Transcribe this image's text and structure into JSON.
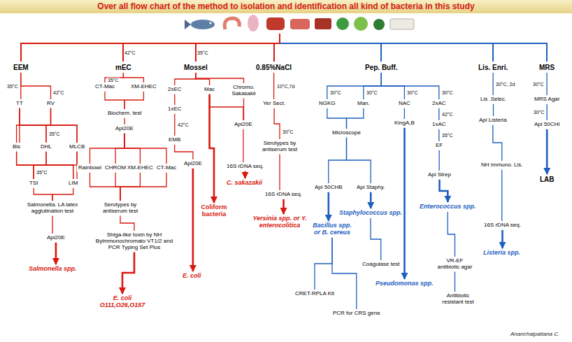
{
  "diagram": {
    "title": "Over all flow chart of the method to isolation and identification all kind of bacteria in this study",
    "nodes": [
      {
        "text": [
          "EEM"
        ]
      },
      {
        "text": [
          "TT"
        ]
      },
      {
        "text": [
          "RV"
        ]
      },
      {
        "text": [
          "Bis"
        ]
      },
      {
        "text": [
          "DHL"
        ]
      },
      {
        "text": [
          "MLCB"
        ]
      },
      {
        "text": [
          "TSI"
        ]
      },
      {
        "text": [
          "LIM"
        ]
      },
      {
        "text": [
          "Salmonella. LA latex agglutination test"
        ]
      },
      {
        "text": [
          "Api20E"
        ]
      },
      {
        "text": [
          "Salmonella spp."
        ]
      },
      {
        "text": [
          "mEC"
        ]
      },
      {
        "text": [
          "CT-Mac"
        ]
      },
      {
        "text": [
          "XM-EHEC"
        ]
      },
      {
        "text": [
          "Biochem. test"
        ]
      },
      {
        "text": [
          "Api20E"
        ]
      },
      {
        "text": [
          "Rainbowl"
        ]
      },
      {
        "text": [
          "CHROM"
        ]
      },
      {
        "text": [
          "XM-EHEC"
        ]
      },
      {
        "text": [
          "CT-Mac"
        ]
      },
      {
        "text": [
          "Serotypes by antiserum test"
        ]
      },
      {
        "text": [
          "Shiga-like toxin by NH Bylmmunochromato VT1/2 and PCR Typing Set Plus"
        ]
      },
      {
        "text": [
          "E. coli O111,O26,O157"
        ]
      },
      {
        "text": [
          "Mossel"
        ]
      },
      {
        "text": [
          "2xEC"
        ]
      },
      {
        "text": [
          "Mac"
        ]
      },
      {
        "text": [
          "Chromo. Sakasakii"
        ]
      },
      {
        "text": [
          "1xEC"
        ]
      },
      {
        "text": [
          "EMB"
        ]
      },
      {
        "text": [
          "Api20E"
        ]
      },
      {
        "text": [
          "E. coli"
        ]
      },
      {
        "text": [
          "Coliform bacteria"
        ]
      },
      {
        "text": [
          "Api20E"
        ]
      },
      {
        "text": [
          "16S rDNA seq."
        ]
      },
      {
        "text": [
          "C. sakazakii"
        ]
      },
      {
        "text": [
          "0.85%NaCl"
        ]
      },
      {
        "text": [
          "Yer Sect."
        ]
      },
      {
        "text": [
          "Serotypes by antiserum test"
        ]
      },
      {
        "text": [
          "16S rDNA seq."
        ]
      },
      {
        "text": [
          "Yersinia spp. or Y. enterocolitica"
        ]
      },
      {
        "text": [
          "Pep. Buff."
        ]
      },
      {
        "text": [
          "NGKG"
        ]
      },
      {
        "text": [
          "Man."
        ]
      },
      {
        "text": [
          "NAC"
        ]
      },
      {
        "text": [
          "2xAC"
        ]
      },
      {
        "text": [
          "Microscope"
        ]
      },
      {
        "text": [
          "KingA,B"
        ]
      },
      {
        "text": [
          "1xAC"
        ]
      },
      {
        "text": [
          "EF"
        ]
      },
      {
        "text": [
          "Api 50CHB"
        ]
      },
      {
        "text": [
          "Api Staphy."
        ]
      },
      {
        "text": [
          "Api Strep"
        ]
      },
      {
        "text": [
          "Bacillus spp. or B. cereus"
        ]
      },
      {
        "text": [
          "Staphylococcus spp."
        ]
      },
      {
        "text": [
          "Enterococcus spp."
        ]
      },
      {
        "text": [
          "Coagulase test"
        ]
      },
      {
        "text": [
          "Pseudomonas spp."
        ]
      },
      {
        "text": [
          "VR-EF antibiotic agar"
        ]
      },
      {
        "text": [
          "Antibiotic resistant test"
        ]
      },
      {
        "text": [
          "CRET-RPLA Kit"
        ]
      },
      {
        "text": [
          "PCR for CRS gene"
        ]
      },
      {
        "text": [
          "Lis. Enri."
        ]
      },
      {
        "text": [
          "Lis .Selec."
        ]
      },
      {
        "text": [
          "Api Listeria"
        ]
      },
      {
        "text": [
          "NH Immuno. Lis."
        ]
      },
      {
        "text": [
          "16S rDNA seq."
        ]
      },
      {
        "text": [
          "Listeria spp."
        ]
      },
      {
        "text": [
          "MRS"
        ]
      },
      {
        "text": [
          "MRS Agar"
        ]
      },
      {
        "text": [
          "Api 50CHI"
        ]
      },
      {
        "text": [
          "LAB"
        ]
      }
    ],
    "edges": [
      {
        "from": 0,
        "to": 1,
        "arrow": "none",
        "label": "35°C"
      },
      {
        "from": 0,
        "to": 2,
        "arrow": "none",
        "label": "42°C"
      },
      {
        "from": 1,
        "to": 3,
        "arrow": "none"
      },
      {
        "from": 1,
        "to": 4,
        "arrow": "none",
        "label": "35°C"
      },
      {
        "from": 1,
        "to": 5,
        "arrow": "none"
      },
      {
        "from": 2,
        "to": 3,
        "arrow": "none"
      },
      {
        "from": 2,
        "to": 4,
        "arrow": "none"
      },
      {
        "from": 2,
        "to": 5,
        "arrow": "none"
      },
      {
        "from": 3,
        "to": 6,
        "arrow": "none",
        "label": "35°C"
      },
      {
        "from": 3,
        "to": 7,
        "arrow": "none"
      },
      {
        "from": 4,
        "to": 6,
        "arrow": "none"
      },
      {
        "from": 4,
        "to": 7,
        "arrow": "none"
      },
      {
        "from": 5,
        "to": 6,
        "arrow": "none"
      },
      {
        "from": 5,
        "to": 7,
        "arrow": "none"
      },
      {
        "from": 6,
        "to": 8,
        "arrow": "none"
      },
      {
        "from": 7,
        "to": 8,
        "arrow": "none"
      },
      {
        "from": 8,
        "to": 9,
        "arrow": "none"
      },
      {
        "from": 9,
        "to": 10,
        "arrow": "to"
      },
      {
        "from": 11,
        "to": 12,
        "arrow": "none",
        "label": "35°C"
      },
      {
        "from": 11,
        "to": 13,
        "arrow": "none"
      },
      {
        "from": 12,
        "to": 14,
        "arrow": "none"
      },
      {
        "from": 13,
        "to": 14,
        "arrow": "none"
      },
      {
        "from": 14,
        "to": 15,
        "arrow": "none"
      },
      {
        "from": 15,
        "to": 16,
        "arrow": "none"
      },
      {
        "from": 15,
        "to": 17,
        "arrow": "none"
      },
      {
        "from": 15,
        "to": 18,
        "arrow": "none"
      },
      {
        "from": 15,
        "to": 19,
        "arrow": "none"
      },
      {
        "from": 16,
        "to": 20,
        "arrow": "none"
      },
      {
        "from": 17,
        "to": 20,
        "arrow": "none"
      },
      {
        "from": 18,
        "to": 20,
        "arrow": "none"
      },
      {
        "from": 19,
        "to": 20,
        "arrow": "none"
      },
      {
        "from": 20,
        "to": 21,
        "arrow": "none"
      },
      {
        "from": 21,
        "to": 22,
        "arrow": "to"
      },
      {
        "from": 23,
        "to": 24,
        "arrow": "none"
      },
      {
        "from": 23,
        "to": 25,
        "arrow": "none"
      },
      {
        "from": 23,
        "to": 26,
        "arrow": "none"
      },
      {
        "from": 24,
        "to": 27,
        "arrow": "none"
      },
      {
        "from": 27,
        "to": 28,
        "arrow": "none",
        "label": "42°C"
      },
      {
        "from": 28,
        "to": 29,
        "arrow": "none"
      },
      {
        "from": 29,
        "to": 30,
        "arrow": "to"
      },
      {
        "from": 25,
        "to": 31,
        "arrow": "to"
      },
      {
        "from": 25,
        "to": 32,
        "arrow": "none"
      },
      {
        "from": 26,
        "to": 32,
        "arrow": "none"
      },
      {
        "from": 32,
        "to": 33,
        "arrow": "none"
      },
      {
        "from": 33,
        "to": 34,
        "arrow": "to"
      },
      {
        "from": 35,
        "to": 36,
        "arrow": "none",
        "label": "10°C,7d"
      },
      {
        "from": 36,
        "to": 37,
        "arrow": "none",
        "label": "30°C"
      },
      {
        "from": 37,
        "to": 38,
        "arrow": "none"
      },
      {
        "from": 38,
        "to": 39,
        "arrow": "to"
      },
      {
        "from": 40,
        "to": 41,
        "arrow": "none",
        "label": "30°C"
      },
      {
        "from": 40,
        "to": 42,
        "arrow": "none",
        "label": "30°C"
      },
      {
        "from": 40,
        "to": 43,
        "arrow": "none",
        "label": "30°C"
      },
      {
        "from": 40,
        "to": 44,
        "arrow": "none",
        "label": "30°C"
      },
      {
        "from": 41,
        "to": 45,
        "arrow": "none"
      },
      {
        "from": 42,
        "to": 45,
        "arrow": "none"
      },
      {
        "from": 43,
        "to": 46,
        "arrow": "none"
      },
      {
        "from": 44,
        "to": 47,
        "arrow": "none",
        "label": "42°C"
      },
      {
        "from": 47,
        "to": 48,
        "arrow": "none",
        "label": "35°C"
      },
      {
        "from": 45,
        "to": 49,
        "arrow": "none"
      },
      {
        "from": 45,
        "to": 50,
        "arrow": "none"
      },
      {
        "from": 46,
        "to": 56,
        "arrow": "to"
      },
      {
        "from": 48,
        "to": 51,
        "arrow": "none"
      },
      {
        "from": 49,
        "to": 52,
        "arrow": "to"
      },
      {
        "from": 50,
        "to": 53,
        "arrow": "to"
      },
      {
        "from": 51,
        "to": 54,
        "arrow": "to"
      },
      {
        "from": 52,
        "to": 59,
        "arrow": "none"
      },
      {
        "from": 52,
        "to": 60,
        "arrow": "none"
      },
      {
        "from": 53,
        "to": 55,
        "arrow": "none"
      },
      {
        "from": 54,
        "to": 57,
        "arrow": "none"
      },
      {
        "from": 57,
        "to": 58,
        "arrow": "none"
      },
      {
        "from": 61,
        "to": 62,
        "arrow": "none",
        "label": "30°C, 2d"
      },
      {
        "from": 62,
        "to": 63,
        "arrow": "none"
      },
      {
        "from": 63,
        "to": 64,
        "arrow": "none"
      },
      {
        "from": 64,
        "to": 65,
        "arrow": "none"
      },
      {
        "from": 65,
        "to": 66,
        "arrow": "to"
      },
      {
        "from": 67,
        "to": 68,
        "arrow": "none",
        "label": "30°C"
      },
      {
        "from": 68,
        "to": 69,
        "arrow": "none",
        "label": "30°C"
      },
      {
        "from": 69,
        "to": 70,
        "arrow": "to"
      }
    ],
    "labels": [
      "42°C",
      "35°C",
      "Ananchaipattana C."
    ]
  }
}
